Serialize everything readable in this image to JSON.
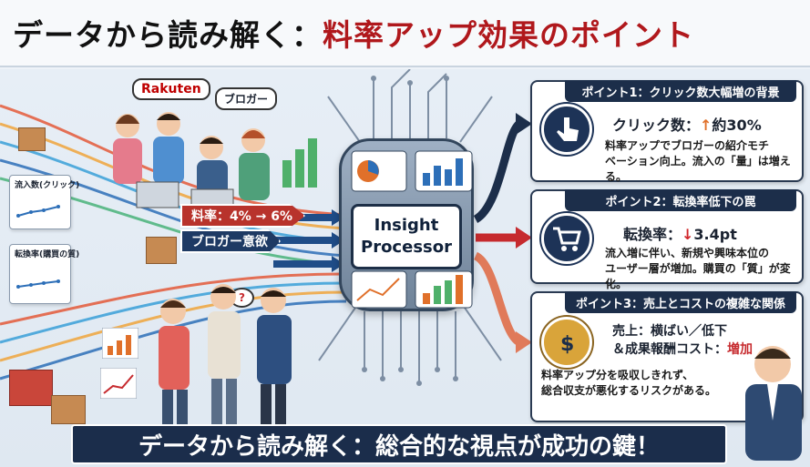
{
  "title": {
    "part1": "データから読み解く：",
    "part2": "料率アップ効果のポイント"
  },
  "left": {
    "card1_label": "流入数(クリック)",
    "card2_label": "転換率(購買の質)",
    "brand_bubble": "Rakuten",
    "blogger_bubble": "ブロガー",
    "question_bubble": "?",
    "tag_rate": "料率：4% → 6%",
    "tag_motivation": "ブロガー意欲"
  },
  "center": {
    "processor_line1": "Insight",
    "processor_line2": "Processor"
  },
  "panels": [
    {
      "header": "ポイント1：クリック数大幅増の背景",
      "icon": "pointer-hand-icon",
      "metric_label": "クリック数：",
      "metric_arrow": "↑",
      "metric_value": "約30%",
      "text_line1": "料率アップでブロガーの紹介モチ",
      "text_line2": "ベーション向上。流入の「量」は増える。"
    },
    {
      "header": "ポイント2：転換率低下の罠",
      "icon": "shopping-cart-icon",
      "metric_label": "転換率：",
      "metric_arrow": "↓",
      "metric_value": "3.4pt",
      "text_line1": "流入増に伴い、新規や興味本位の",
      "text_line2": "ユーザー層が増加。購買の「質」が変化。"
    },
    {
      "header": "ポイント3：売上とコストの複雑な関係",
      "icon": "money-bag-icon",
      "metric_line1": "売上：横ばい／低下",
      "metric_line2_a": "＆成果報酬コスト：",
      "metric_line2_b": "増加",
      "text_line1": "料率アップ分を吸収しきれず、",
      "text_line2": "総合収支が悪化するリスクがある。"
    }
  ],
  "banner": "データから読み解く：総合的な視点が成功の鍵！",
  "colors": {
    "navy": "#1c2e4a",
    "accent_red": "#b0181c",
    "arrow_up": "#e0702a",
    "arrow_down": "#d0262a"
  }
}
